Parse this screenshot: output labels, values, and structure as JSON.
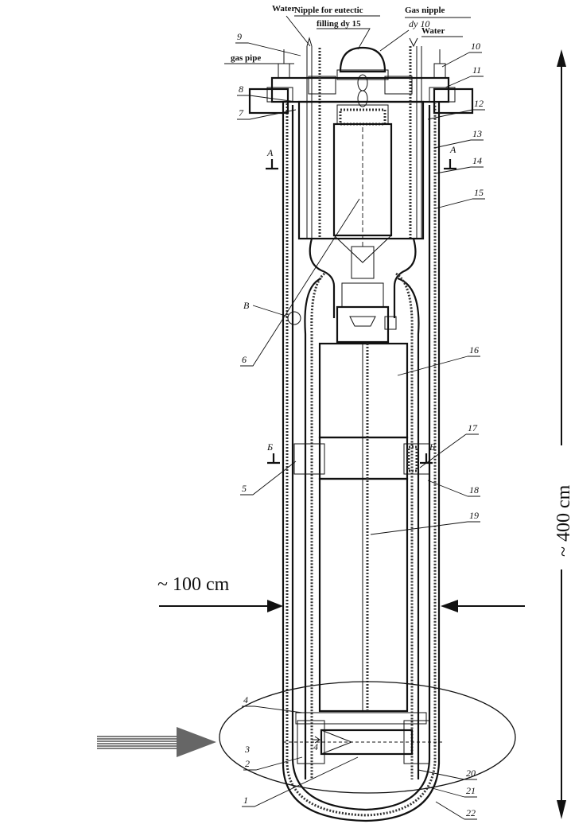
{
  "labels": {
    "water_left": "Water",
    "nipple_eutectic_1": "Nipple for eutectic",
    "nipple_eutectic_2": "filling dy 15",
    "gas_nipple_1": "Gas nipple",
    "gas_nipple_2": "dy 10",
    "water_right": "Water",
    "gas_pipe": "gas pipe",
    "width_dim": "~ 100 cm",
    "height_dim": "~ 400 cm",
    "section_a_left": "A",
    "section_a_right": "A",
    "section_b_left": "Б",
    "section_b_right": "Б",
    "view_v": "B"
  },
  "part_numbers": [
    "1",
    "2",
    "3",
    "4",
    "4",
    "5",
    "6",
    "7",
    "8",
    "9",
    "10",
    "11",
    "12",
    "13",
    "14",
    "15",
    "16",
    "17",
    "18",
    "19",
    "20",
    "21",
    "22"
  ]
}
